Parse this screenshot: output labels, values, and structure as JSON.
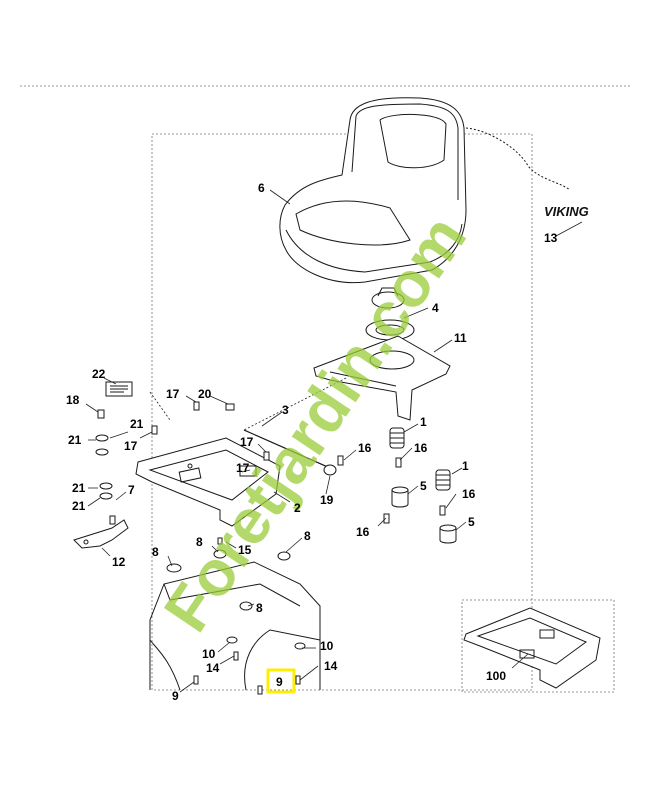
{
  "brand": {
    "logo_text": "VIKING"
  },
  "watermark": {
    "text": "Foretjardin.com",
    "color_green": "#9acd3a",
    "color_orange": "#e8761a",
    "color_gray": "#b0b0b0"
  },
  "highlight": {
    "color": "#ffee00",
    "part_number": "9"
  },
  "callouts": {
    "c1a": "1",
    "c1b": "1",
    "c2": "2",
    "c3": "3",
    "c4": "4",
    "c5a": "5",
    "c5b": "5",
    "c6": "6",
    "c7": "7",
    "c8a": "8",
    "c8b": "8",
    "c8c": "8",
    "c8d": "8",
    "c9a": "9",
    "c9b": "9",
    "c10a": "10",
    "c10b": "10",
    "c11": "11",
    "c12": "12",
    "c13": "13",
    "c14a": "14",
    "c14b": "14",
    "c15": "15",
    "c16a": "16",
    "c16b": "16",
    "c16c": "16",
    "c16d": "16",
    "c17a": "17",
    "c17b": "17",
    "c17c": "17",
    "c18": "18",
    "c19": "19",
    "c20": "20",
    "c21a": "21",
    "c21b": "21",
    "c21c": "21",
    "c21d": "21",
    "c22": "22",
    "c100": "100"
  }
}
